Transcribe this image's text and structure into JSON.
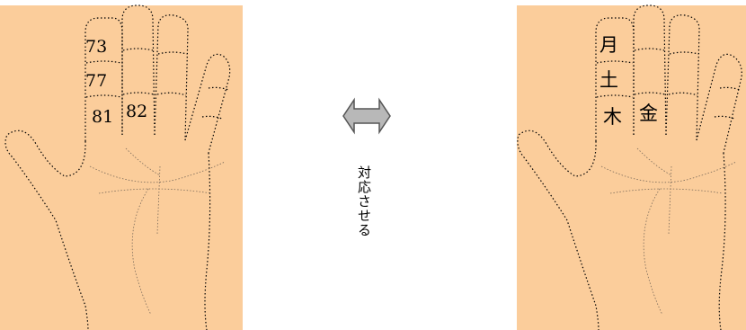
{
  "colors": {
    "palm_fill": "#fbcd9b",
    "outline": "#000000",
    "arrow_fill": "#b8b8b8",
    "arrow_stroke": "#555555"
  },
  "left_hand": {
    "labels": [
      "73",
      "77",
      "81",
      "82"
    ]
  },
  "right_hand": {
    "labels": [
      "月",
      "土",
      "木",
      "金"
    ]
  },
  "arrow": {
    "icon": "double-headed-arrow-icon",
    "caption": "対応させる"
  }
}
